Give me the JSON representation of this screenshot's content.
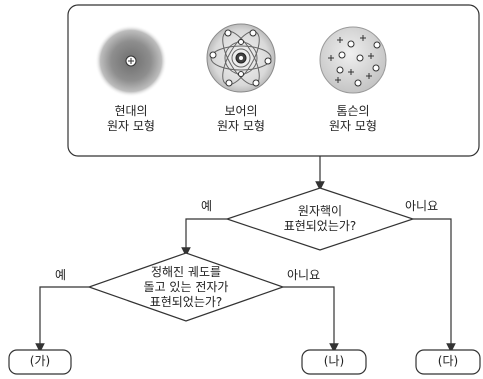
{
  "models": [
    {
      "id": "modern",
      "line1": "현대의",
      "line2": "원자 모형"
    },
    {
      "id": "bohr",
      "line1": "보어의",
      "line2": "원자 모형"
    },
    {
      "id": "thomson",
      "line1": "톰슨의",
      "line2": "원자 모형"
    }
  ],
  "questions": {
    "q1": {
      "line1": "원자핵이",
      "line2": "표현되었는가?"
    },
    "q2": {
      "line1": "정해진 궤도를",
      "line2": "돌고 있는 전자가",
      "line3": "표현되었는가?"
    }
  },
  "branches": {
    "q1_yes": "예",
    "q1_no": "아니요",
    "q2_yes": "예",
    "q2_no": "아니요"
  },
  "results": {
    "a": "(가)",
    "b": "(나)",
    "c": "(다)"
  },
  "colors": {
    "stroke": "#333333",
    "cloud": "#8a8a8a",
    "thomson_fill": "#cfcfcf"
  }
}
